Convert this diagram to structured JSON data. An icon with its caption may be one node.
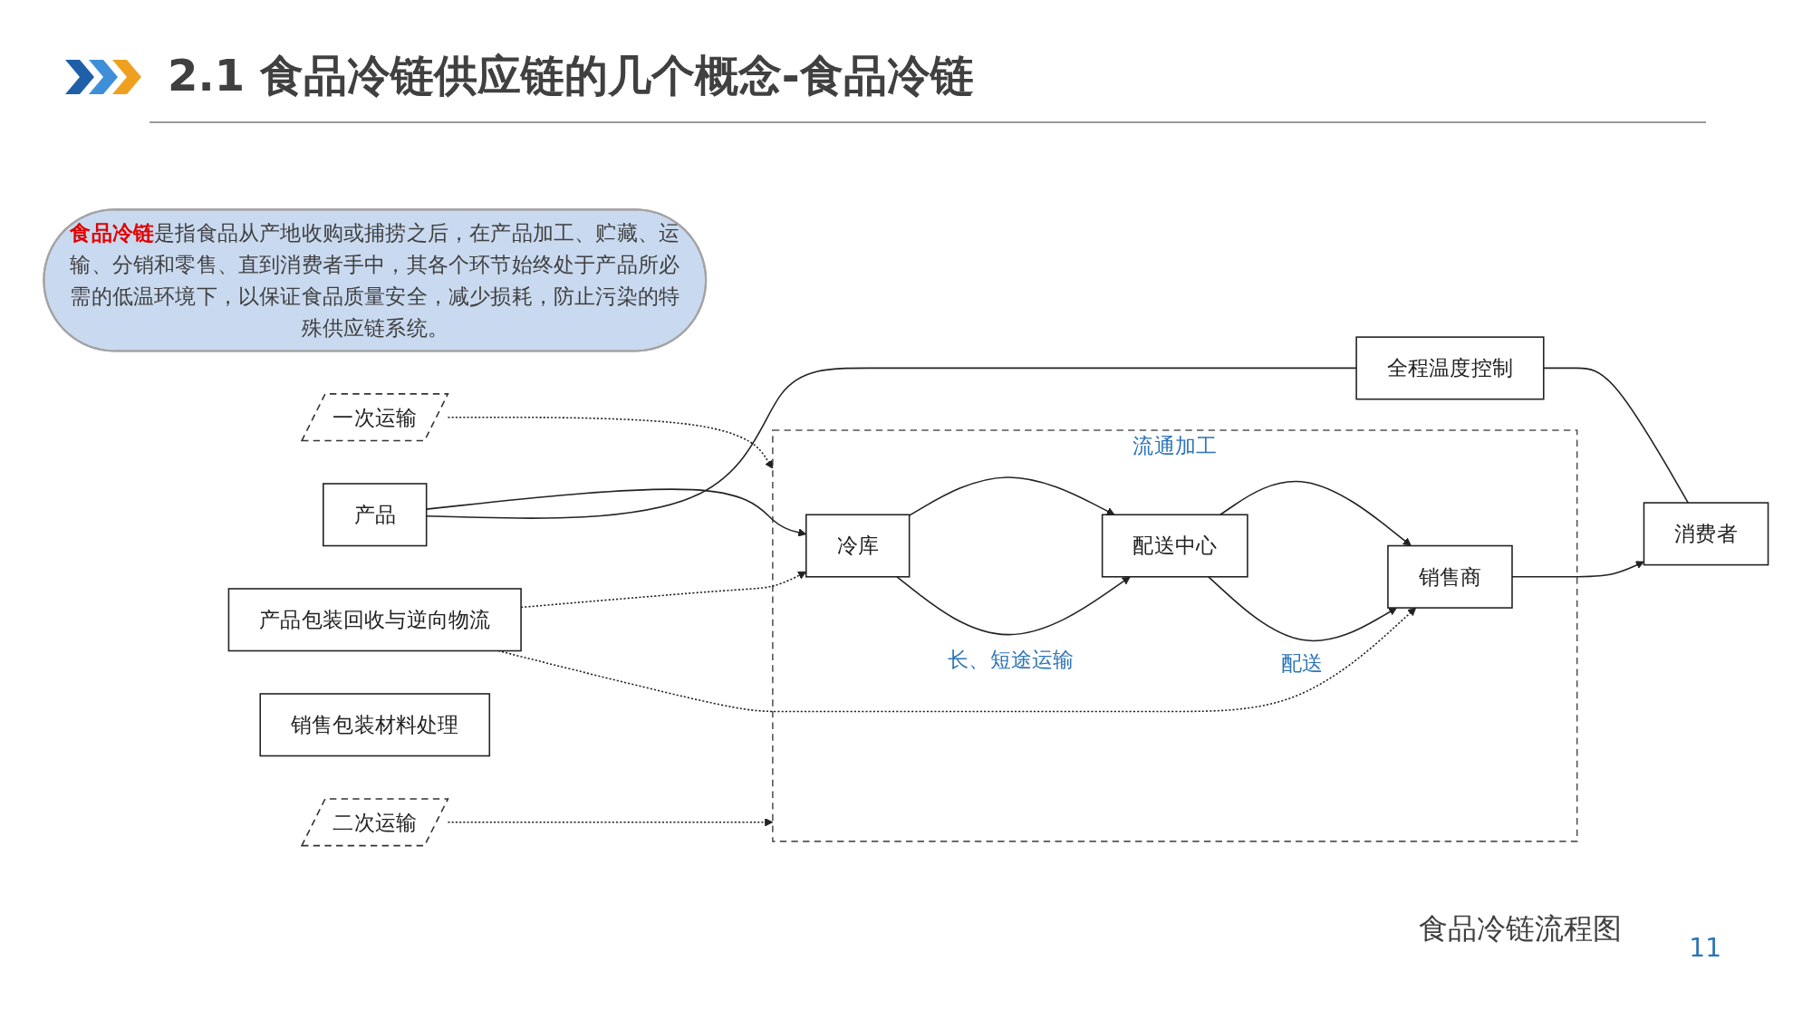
{
  "diagram": {
    "title": "2.1 食品冷链供应链的几个概念-食品冷链",
    "caption": "食品冷链流程图",
    "nodes": [
      {
        "text": [
          "**食品冷链**是指食品从产地收购或捕捞之后，在产品加工、贮藏、运输、分销和零售、直到消费者手中，其各个环节始终处于产品所必需的低温环境下，以保证食品质量安全，减少损耗，防止污染的特殊供应链系统。"
        ]
      },
      {
        "text": [
          "一次运输"
        ]
      },
      {
        "text": [
          "二次运输"
        ]
      },
      {
        "text": [
          "流通加工"
        ]
      },
      {
        "text": [
          "产品"
        ]
      },
      {
        "text": [
          "冷库"
        ],
        "in": 3
      },
      {
        "text": [
          "配送中心"
        ],
        "in": 3
      },
      {
        "text": [
          "销售商"
        ],
        "in": 3
      },
      {
        "text": [
          "消费者"
        ]
      },
      {
        "text": [
          "全程温度控制"
        ]
      },
      {
        "text": [
          "销售包装材料处理"
        ]
      },
      {
        "text": [
          "产品包装回收与逆向物流"
        ]
      }
    ],
    "edges": [
      {
        "from": 1,
        "to": 3,
        "arrow": "to",
        "style": "dashed"
      },
      {
        "from": 2,
        "to": 3,
        "arrow": "to",
        "style": "dashed"
      },
      {
        "from": 4,
        "to": 5,
        "arrow": "to"
      },
      {
        "from": 5,
        "to": 6,
        "arrow": "to"
      },
      {
        "from": 5,
        "to": 6,
        "arrow": "to",
        "label": "长、短途运输"
      },
      {
        "from": 6,
        "to": 7,
        "arrow": "to"
      },
      {
        "from": 6,
        "to": 7,
        "arrow": "to",
        "label": "配送"
      },
      {
        "from": 7,
        "to": 8,
        "arrow": "to"
      },
      {
        "from": 4,
        "to": 9,
        "arrow": "none"
      },
      {
        "from": 9,
        "to": 8,
        "arrow": "none"
      },
      {
        "from": 11,
        "to": 5,
        "arrow": "to",
        "style": "dashed"
      },
      {
        "from": 11,
        "to": 7,
        "arrow": "to",
        "style": "dashed"
      }
    ],
    "labels": [
      "11"
    ]
  }
}
